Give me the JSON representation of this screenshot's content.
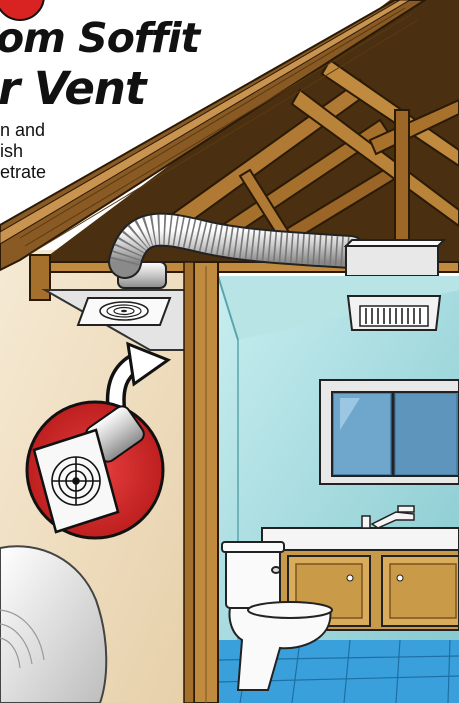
{
  "headline": {
    "line1": "om Soffit",
    "line2": "r Vent"
  },
  "body_text": {
    "line1": "n and",
    "line2": "ish",
    "line3": "etrate"
  },
  "colors": {
    "badge_red": "#d92323",
    "roof_brown": "#8a5a24",
    "wall_teal": "#a6dde0",
    "cabinet_tan": "#c79a4a",
    "floor_blue": "#3aa0dc",
    "outdoor_beige": "#f0e2c8"
  },
  "icons": [
    "number-badge",
    "fan-grille-icon",
    "ceiling-fan-icon",
    "curved-arrow-icon",
    "vent-closeup-icon"
  ]
}
